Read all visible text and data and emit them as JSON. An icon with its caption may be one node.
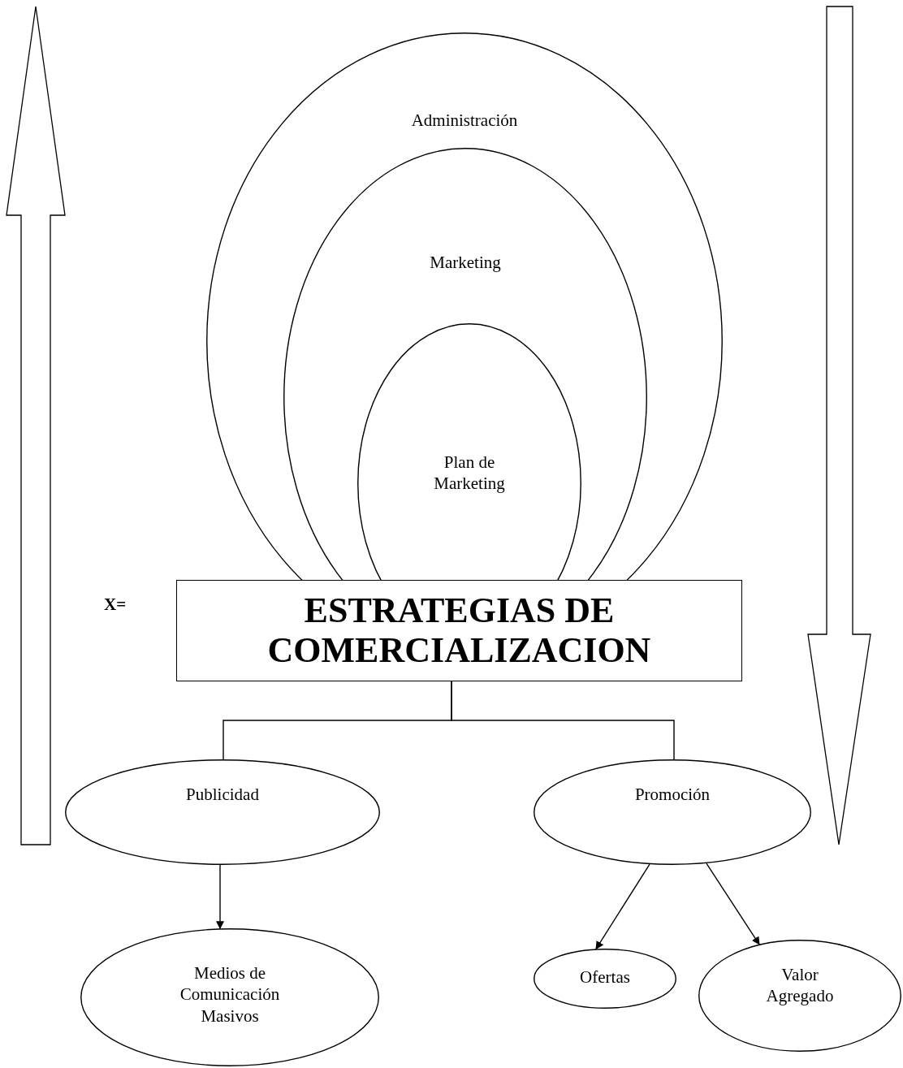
{
  "diagram": {
    "nodes": [
      {
        "text": [
          "Administración"
        ]
      },
      {
        "text": [
          "Marketing"
        ],
        "in": 0
      },
      {
        "text": [
          "Plan de Marketing"
        ],
        "in": 1
      },
      {
        "text": [
          "ESTRATEGIAS DE COMERCIALIZACION"
        ]
      },
      {
        "text": [
          "Publicidad"
        ]
      },
      {
        "text": [
          "Promoción"
        ]
      },
      {
        "text": [
          "Medios de Comunicación Masivos"
        ]
      },
      {
        "text": [
          "Ofertas"
        ]
      },
      {
        "text": [
          "Valor Agregado"
        ]
      }
    ],
    "edges": [
      {
        "from": 3,
        "to": 4,
        "arrow": "none"
      },
      {
        "from": 3,
        "to": 5,
        "arrow": "none"
      },
      {
        "from": 4,
        "to": 6,
        "arrow": "to"
      },
      {
        "from": 5,
        "to": 7,
        "arrow": "to"
      },
      {
        "from": 5,
        "to": 8,
        "arrow": "to"
      }
    ],
    "labels": [
      "X="
    ]
  }
}
